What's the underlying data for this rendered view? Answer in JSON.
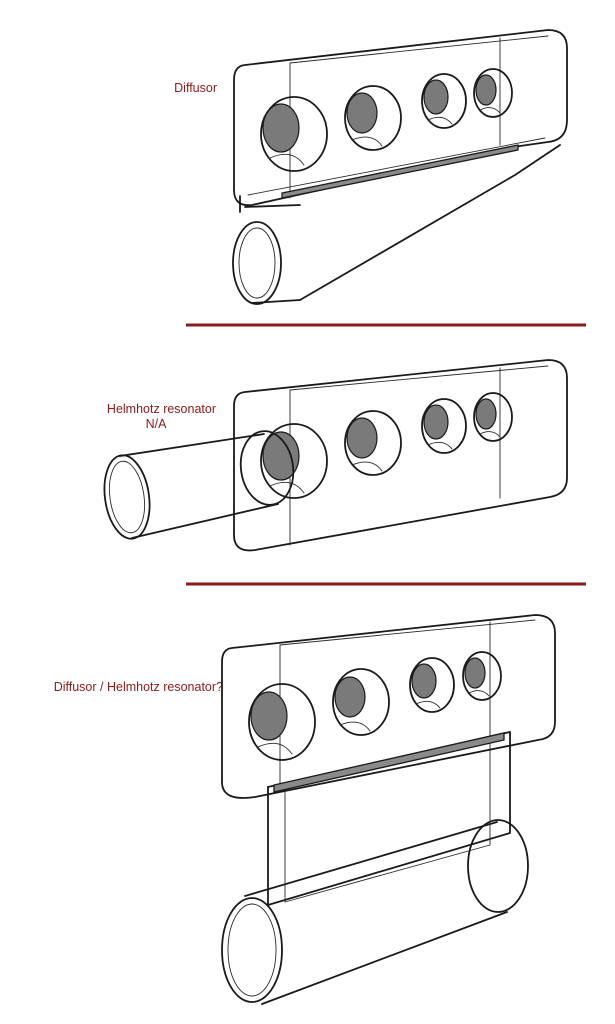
{
  "colors": {
    "label": "#8b1a1a",
    "divider": "#8b1a1a",
    "outline": "#1a1a1a",
    "hole_fill": "#7a7a7a"
  },
  "sections": [
    {
      "id": "diffusor",
      "label_lines": [
        "Diffusor"
      ]
    },
    {
      "id": "helmholtz",
      "label_lines": [
        "Helmhotz resonator",
        "N/A"
      ]
    },
    {
      "id": "combined",
      "label_lines": [
        "Diffusor / Helmhotz resonator?"
      ]
    }
  ]
}
